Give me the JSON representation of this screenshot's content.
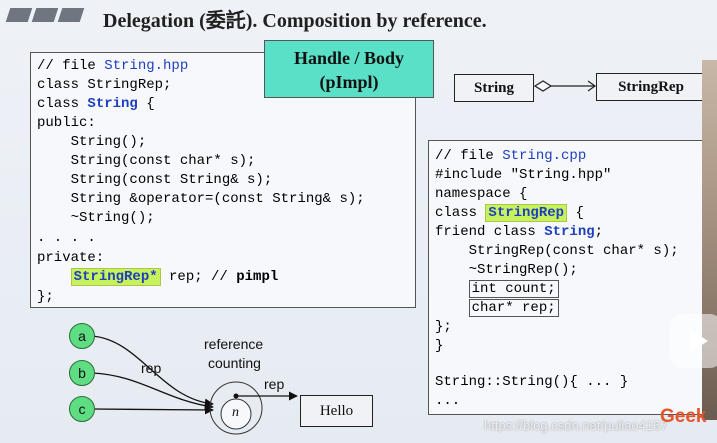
{
  "slide": {
    "title": "Delegation (委託). Composition by reference."
  },
  "header_box": {
    "line1": "Handle / Body",
    "line2": "(pImpl)"
  },
  "uml": {
    "left_class": "String",
    "right_class": "StringRep"
  },
  "string_hpp": {
    "l1_comment": "// file ",
    "l1_file": "String.hpp",
    "l2": "class StringRep;",
    "l3_kw": "class ",
    "l3_name": "String",
    "l3_rest": " {",
    "l4": "public:",
    "l5": "    String();",
    "l6": "    String(const char* s);",
    "l7": "    String(const String& s);",
    "l8": "    String &operator=(const String& s);",
    "l9": "    ~String();",
    "l10": ". . . .",
    "l11": "private:",
    "l12_indent": "    ",
    "l12_type": "StringRep*",
    "l12_mid": " rep; // ",
    "l12_pimpl": "pimpl",
    "l13": "};"
  },
  "string_cpp": {
    "l1_comment": "// file ",
    "l1_file": "String.cpp",
    "l2": "#include \"String.hpp\"",
    "l3": "namespace {",
    "l4_kw": "class ",
    "l4_name": "StringRep",
    "l4_rest": " {",
    "l5_kw": "friend class ",
    "l5_name": "String",
    "l5_rest": ";",
    "l6": "    StringRep(const char* s);",
    "l7": "    ~StringRep();",
    "l8_indent": "    ",
    "l8": "int count;",
    "l9_indent": "    ",
    "l9": "char* rep;",
    "l10": "};",
    "l11": "}",
    "l12": "String::String(){ ... }",
    "l13": "..."
  },
  "refcount_diagram": {
    "nodes": [
      "a",
      "b",
      "c"
    ],
    "rep_label_left": "rep",
    "center_label_line1": "reference",
    "center_label_line2": "counting",
    "rep_label_right": "rep",
    "counter": "n",
    "value_box": "Hello"
  },
  "overlay": {
    "watermark": "https://blog.csdn.net/puliao4167",
    "brand": "Geek"
  },
  "colors": {
    "header_box_bg": "#59e0c7",
    "highlight_green": "#c7f25e",
    "node_green": "#5fdd82",
    "keyword_blue": "#1d3fbf",
    "brand_orange": "#e5542a"
  }
}
